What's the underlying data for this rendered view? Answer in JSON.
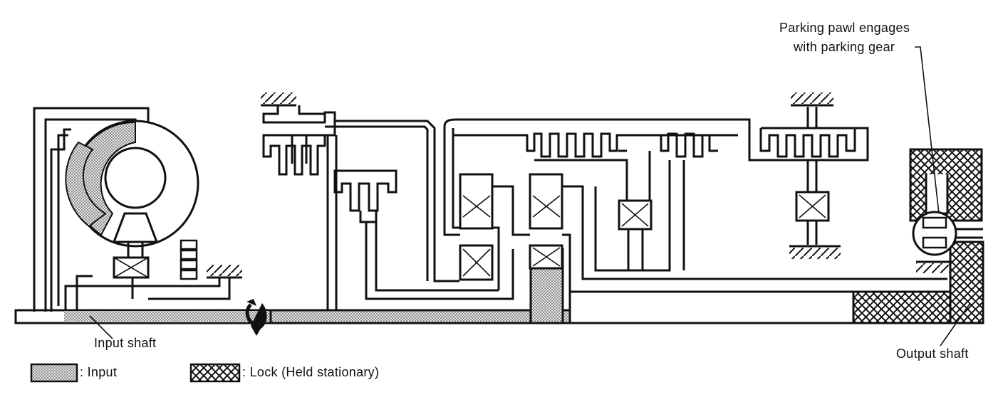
{
  "labels": {
    "parking_line1": "Parking pawl engages",
    "parking_line2": "with parking gear",
    "input_shaft": "Input shaft",
    "output_shaft": "Output shaft"
  },
  "legend": {
    "input_label": ": Input",
    "lock_label": ": Lock (Held stationary)"
  },
  "colors": {
    "ink": "#111111",
    "input_fill": "#d8d8d8",
    "lock_hatch": "#111111",
    "background": "#ffffff"
  }
}
